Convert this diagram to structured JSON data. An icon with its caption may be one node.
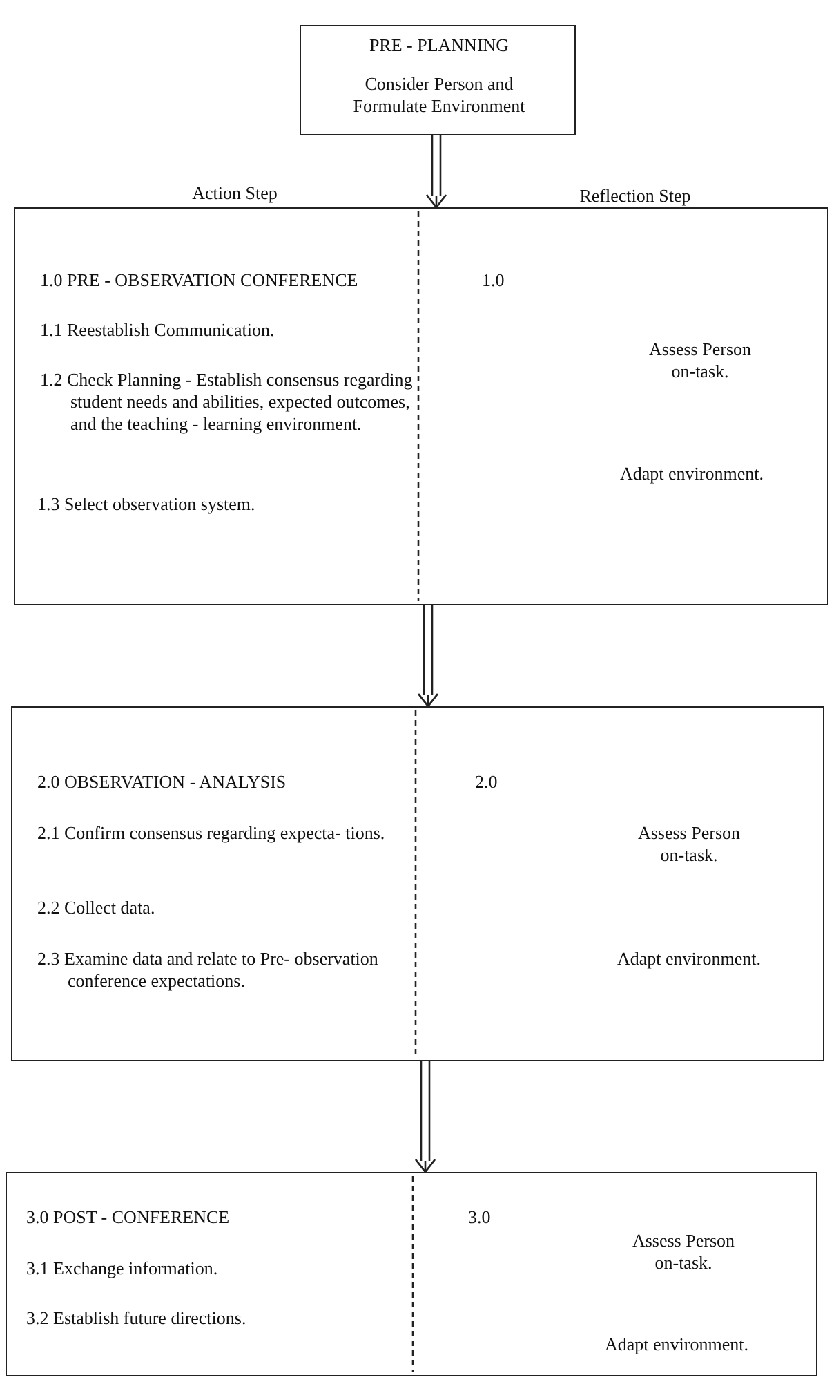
{
  "diagram": {
    "nodes": [
      {
        "text": [
          "PRE - PLANNING",
          "Consider Person and Formulate Environment"
        ]
      },
      {
        "text": [
          "1.0 PRE - OBSERVATION CONFERENCE",
          "1.1 Reestablish Communication.",
          "1.2 Check Planning - Establish consensus regarding student needs and abilities, expected outcomes, and the teaching - learning environment.",
          "1.3 Select observation system.",
          "1.0",
          "Assess Person on-task.",
          "Adapt environment."
        ]
      },
      {
        "text": [
          "2.0 OBSERVATION - ANALYSIS",
          "2.1 Confirm consensus regarding expecta- tions.",
          "2.2 Collect data.",
          "2.3 Examine data and relate to Pre- observation conference expectations.",
          "2.0",
          "Assess Person on-task.",
          "Adapt environment."
        ]
      },
      {
        "text": [
          "3.0 POST - CONFERENCE",
          "3.1 Exchange information.",
          "3.2 Establish future directions.",
          "3.0",
          "Assess Person on-task.",
          "Adapt environment."
        ]
      }
    ],
    "edges": [
      {
        "from": 0,
        "to": 1,
        "arrow": "to"
      },
      {
        "from": 1,
        "to": 2,
        "arrow": "to"
      },
      {
        "from": 2,
        "to": 3,
        "arrow": "to"
      }
    ],
    "labels": [
      "Action Step",
      "Reflection Step"
    ]
  }
}
